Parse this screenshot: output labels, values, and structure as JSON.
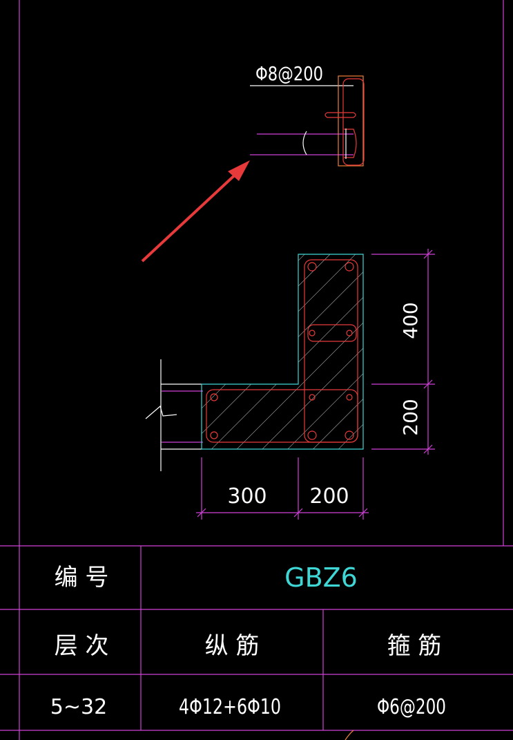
{
  "colors": {
    "background": "#000000",
    "frame": "#d040d8",
    "concrete_outline": "#3fd6d6",
    "rebar": "#e83a3a",
    "annotation": "#ffffff",
    "arrow": "#e83a3a",
    "id_text": "#3fd6d6"
  },
  "detail": {
    "stirrup_label": "Φ8@200"
  },
  "section": {
    "dims": {
      "vertical_top": "400",
      "vertical_bottom": "200",
      "horizontal_left": "300",
      "horizontal_right": "200"
    }
  },
  "table": {
    "id_label": "编 号",
    "id_value": "GBZ6",
    "level_header": "层 次",
    "longitudinal_header": "纵 筋",
    "stirrup_header": "箍 筋",
    "level_value": "5~32",
    "longitudinal_value": "4Φ12+6Φ10",
    "stirrup_value": "Φ6@200"
  }
}
